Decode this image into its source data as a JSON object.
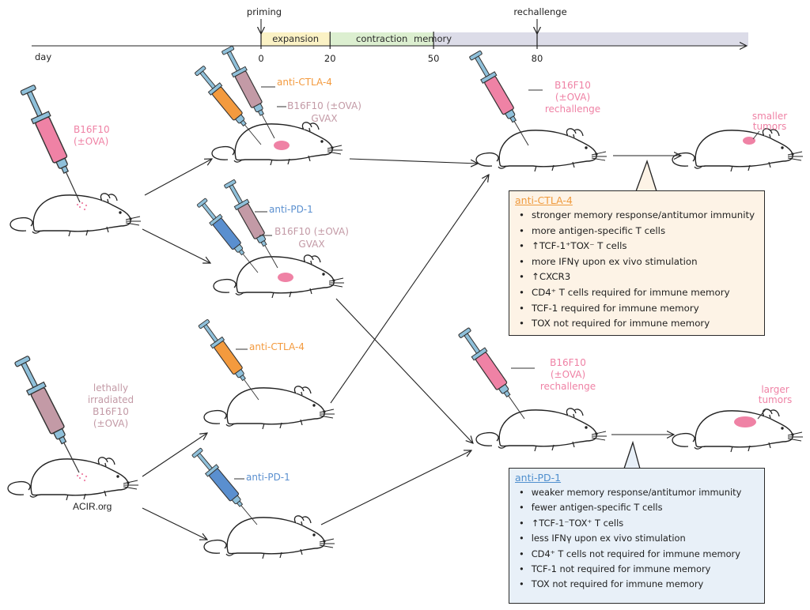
{
  "timeline": {
    "day_label": "day",
    "events": [
      {
        "label": "priming",
        "day": 0
      },
      {
        "label": "rechallenge",
        "day": 80
      }
    ],
    "phases": [
      {
        "label": "expansion",
        "start": 0,
        "end": 20,
        "color": "#fbf2c5"
      },
      {
        "label": "contraction",
        "start": 20,
        "end": 50,
        "color": "#dcefd0"
      },
      {
        "label": "memory",
        "start": 50,
        "end": "",
        "color": "#dcdce8"
      }
    ],
    "ticks": [
      "0",
      "20",
      "50",
      "80"
    ]
  },
  "labels": {
    "left_top_injection": [
      "B16F10",
      "(±OVA)"
    ],
    "left_bottom_injection": [
      "lethally",
      "irradiated",
      "B16F10",
      "(±OVA)"
    ],
    "mid1_drug": "anti-CTLA-4",
    "mid1_vaccine": [
      "B16F10 (±OVA)",
      "GVAX"
    ],
    "mid2_drug": "anti-PD-1",
    "mid2_vaccine": [
      "B16F10 (±OVA)",
      "GVAX"
    ],
    "mid3_drug": "anti-CTLA-4",
    "mid4_drug": "anti-PD-1",
    "rechallenge_top": [
      "B16F10",
      "(±OVA)",
      "rechallenge"
    ],
    "rechallenge_bottom": [
      "B16F10",
      "(±OVA)",
      "rechallenge"
    ],
    "outcome_top": [
      "smaller",
      "tumors"
    ],
    "outcome_bottom": [
      "larger",
      "tumors"
    ]
  },
  "panels": {
    "ctla4": {
      "title": "anti-CTLA-4",
      "items": [
        "stronger memory response/antitumor immunity",
        "more antigen-specific T cells",
        "↑TCF-1⁺TOX⁻ T cells",
        "more IFNγ upon ex vivo stimulation",
        "↑CXCR3",
        "CD4⁺ T cells required for immune memory",
        "TCF-1 required for immune memory",
        "TOX not required for immune memory"
      ]
    },
    "pd1": {
      "title": "anti-PD-1",
      "items": [
        "weaker memory response/antitumor immunity",
        "fewer antigen-specific T cells",
        "↑TCF-1⁻TOX⁺ T cells",
        "less IFNγ upon ex vivo stimulation",
        "CD4⁺ T cells not required for immune memory",
        "TCF-1 not required for immune memory",
        "TOX not required for immune memory"
      ]
    }
  },
  "watermark": "ACIR.org",
  "colors": {
    "tumor_cell": "#ef82a5",
    "anti_ctla4": "#f39a3e",
    "anti_pd1": "#5a8fcf",
    "vaccine": "#c39aa6",
    "needle": "#7fb3cf",
    "panel_ctla4": "#fdf3e6",
    "panel_pd1": "#e8f0f8"
  },
  "icons": [
    "mouse-icon",
    "syringe-icon",
    "tumor-icon"
  ]
}
